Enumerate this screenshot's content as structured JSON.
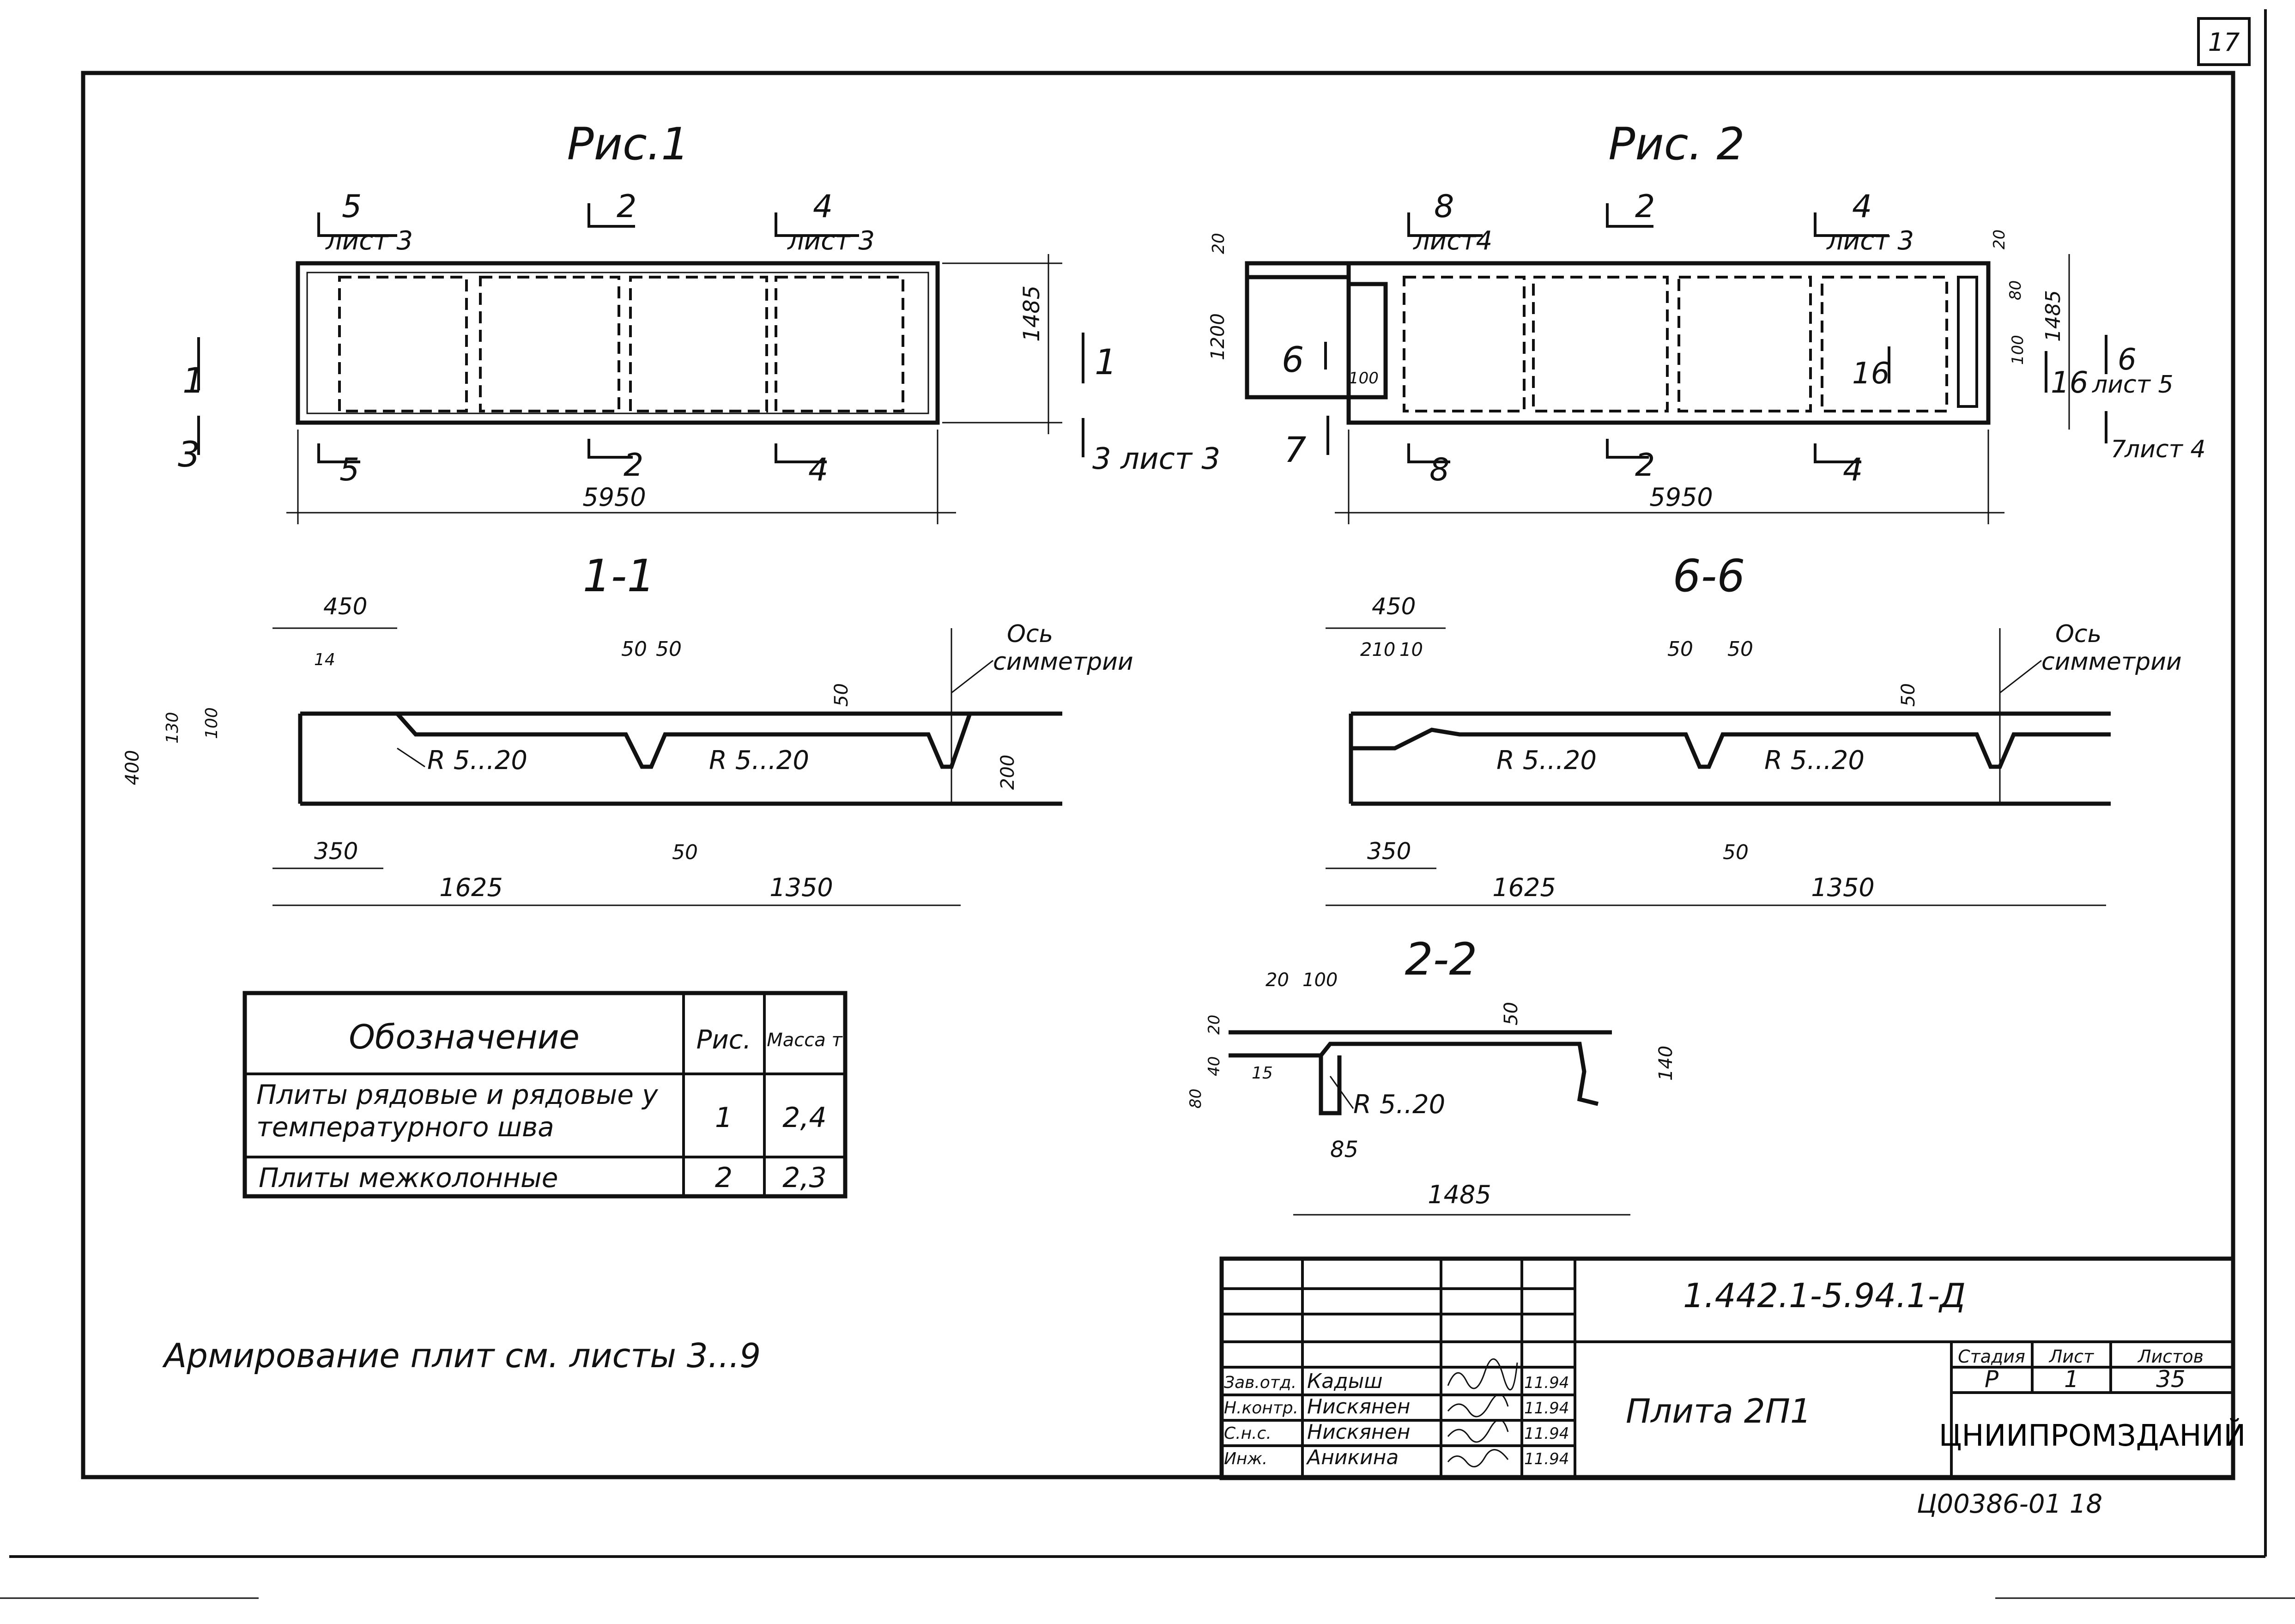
{
  "sheet_number": "17",
  "figure1": {
    "title": "Рис.1",
    "cut_top_left_num": "5",
    "cut_top_left_ref": "лист 3",
    "cut_top_mid_num": "2",
    "cut_top_right_num": "4",
    "cut_top_right_ref": "лист 3",
    "cut_left_1": "1",
    "cut_left_3": "3",
    "cut_right_1": "1",
    "cut_right_3": "3 лист 3",
    "cut_bottom_5": "5",
    "cut_bottom_2": "2",
    "cut_bottom_4": "4",
    "dim_length": "5950",
    "dim_width": "1485"
  },
  "figure2": {
    "title": "Рис. 2",
    "cut_top_left_num": "8",
    "cut_top_left_ref": "лист4",
    "cut_top_mid_num": "2",
    "cut_top_right_num": "4",
    "cut_top_right_ref": "лист 3",
    "cut_6_left": "6",
    "cut_7_left": "7",
    "cut_16_a": "16",
    "cut_16_b": "16",
    "cut_6_right": "6",
    "cut_6_right_ref": "лист 5",
    "cut_7_right": "7",
    "cut_7_right_ref": "лист 4",
    "cut_bottom_8": "8",
    "cut_bottom_2": "2",
    "cut_bottom_4": "4",
    "dim_length": "5950",
    "dim_width": "1485",
    "dim_left_a": "1200",
    "dim_left_b": "20",
    "dim_left_c": "100",
    "dim_right_a": "20",
    "dim_right_b": "80",
    "dim_right_c": "100"
  },
  "section_1_1": {
    "title": "1-1",
    "dim_450": "450",
    "dim_14": "14",
    "dim_50a": "50",
    "dim_50b": "50",
    "dim_50_rib": "50",
    "dim_400": "400",
    "dim_130": "130",
    "dim_100": "100",
    "dim_200": "200",
    "dim_350": "350",
    "dim_1625": "1625",
    "dim_1350": "1350",
    "radius_a": "R 5...20",
    "radius_b": "R 5...20",
    "axis_label_1": "Ось",
    "axis_label_2": "симметрии"
  },
  "section_6_6": {
    "title": "6-6",
    "dim_450": "450",
    "dim_210": "210",
    "dim_10": "10",
    "dim_50a": "50",
    "dim_50b": "50",
    "dim_50_rib": "50",
    "dim_350": "350",
    "dim_1625": "1625",
    "dim_1350": "1350",
    "radius_a": "R 5...20",
    "radius_b": "R 5...20",
    "axis_label_1": "Ось",
    "axis_label_2": "симметрии"
  },
  "section_2_2": {
    "title": "2-2",
    "dim_20": "20",
    "dim_100": "100",
    "dim_50": "50",
    "dim_15": "15",
    "dim_85": "85",
    "dim_1485": "1485",
    "dim_140": "140",
    "dim_left_a": "80",
    "dim_left_b": "40",
    "dim_left_c": "20",
    "radius": "R 5..20"
  },
  "spec_table": {
    "headers": [
      "Обозначение",
      "Рис.",
      "Масса т"
    ],
    "rows": [
      {
        "name": "Плиты рядовые и рядовые у температурного шва",
        "fig": "1",
        "mass": "2,4"
      },
      {
        "name": "Плиты межколонные",
        "fig": "2",
        "mass": "2,3"
      }
    ]
  },
  "note": "Армирование плит см. листы 3...9",
  "title_block": {
    "code": "1.442.1-5.94.1-Д",
    "item_name": "Плита 2П1",
    "stage_label": "Стадия",
    "sheet_label": "Лист",
    "sheets_label": "Листов",
    "stage": "Р",
    "sheet": "1",
    "sheets": "35",
    "org": "ЦНИИПРОМЗДАНИЙ",
    "staff": [
      {
        "role": "Зав.отд.",
        "name": "Кадыш",
        "date": "11.94"
      },
      {
        "role": "Н.контр.",
        "name": "Нискянен",
        "date": "11.94"
      },
      {
        "role": "С.н.с.",
        "name": "Нискянен",
        "date": "11.94"
      },
      {
        "role": "Инж.",
        "name": "Аникина",
        "date": "11.94"
      }
    ]
  },
  "archive_code": "Ц00386-01 18"
}
